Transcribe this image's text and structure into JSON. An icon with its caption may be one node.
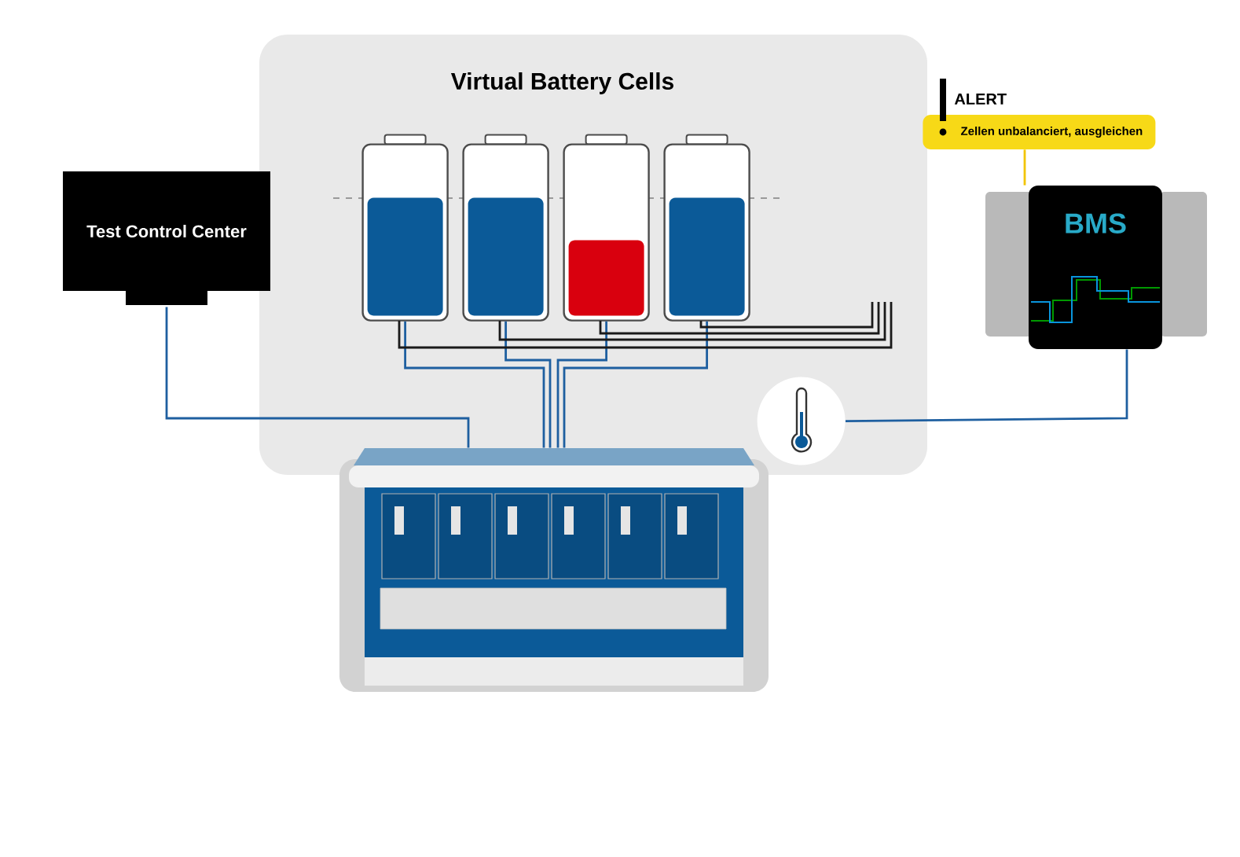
{
  "diagram": {
    "nodes": [
      {
        "text": [
          "Virtual Battery Cells"
        ]
      },
      {
        "text": [],
        "shape": "battery",
        "in": 0
      },
      {
        "text": [],
        "shape": "battery",
        "in": 0
      },
      {
        "text": [],
        "shape": "battery",
        "in": 0
      },
      {
        "text": [],
        "shape": "battery",
        "in": 0
      },
      {
        "text": [
          "Test Control Center"
        ]
      },
      {
        "text": [],
        "shape": "picture"
      },
      {
        "text": [],
        "shape": "circle",
        "in": 0
      },
      {
        "text": [
          "BMS"
        ]
      },
      {
        "text": [
          "ALERT",
          "Zellen unbalanciert, ausgleichen"
        ]
      }
    ],
    "edges": [
      {
        "from": 5,
        "to": 6,
        "arrow": "none"
      },
      {
        "from": 1,
        "to": 6,
        "arrow": "none"
      },
      {
        "from": 2,
        "to": 6,
        "arrow": "none"
      },
      {
        "from": 3,
        "to": 6,
        "arrow": "none"
      },
      {
        "from": 4,
        "to": 6,
        "arrow": "none"
      },
      {
        "from": 1,
        "to": null,
        "arrow": "none",
        "color": "#1a1a1a"
      },
      {
        "from": 2,
        "to": null,
        "arrow": "none",
        "color": "#1a1a1a"
      },
      {
        "from": 3,
        "to": null,
        "arrow": "none",
        "color": "#1a1a1a"
      },
      {
        "from": 4,
        "to": null,
        "arrow": "none",
        "color": "#1a1a1a"
      },
      {
        "from": 7,
        "to": 8,
        "arrow": "none"
      },
      {
        "from": 9,
        "to": 8,
        "arrow": "none",
        "color": "#f2c500"
      }
    ]
  }
}
